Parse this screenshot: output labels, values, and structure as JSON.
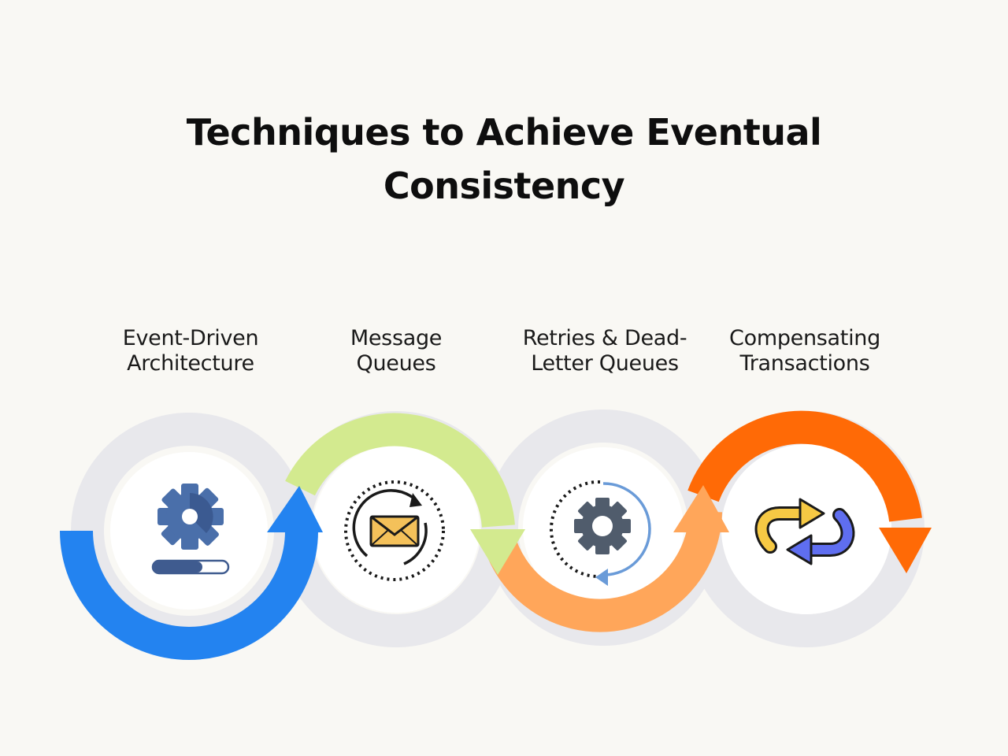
{
  "title": {
    "line1": "Techniques to Achieve Eventual",
    "line2": "Consistency"
  },
  "steps": [
    {
      "label_line1": "Event-Driven",
      "label_line2": "Architecture",
      "icon": "gear-progress-icon",
      "color": "#2383f0"
    },
    {
      "label_line1": "Message",
      "label_line2": "Queues",
      "icon": "envelope-sync-icon",
      "color": "#d3ea8f"
    },
    {
      "label_line1": "Retries & Dead-",
      "label_line2": "Letter Queues",
      "icon": "gear-retry-icon",
      "color": "#ffa65a"
    },
    {
      "label_line1": "Compensating",
      "label_line2": "Transactions",
      "icon": "swap-arrows-icon",
      "color": "#ff6a06"
    }
  ],
  "colors": {
    "background": "#f9f8f4",
    "ring_track": "#e8e8ec",
    "inner_circle": "#ffffff"
  }
}
